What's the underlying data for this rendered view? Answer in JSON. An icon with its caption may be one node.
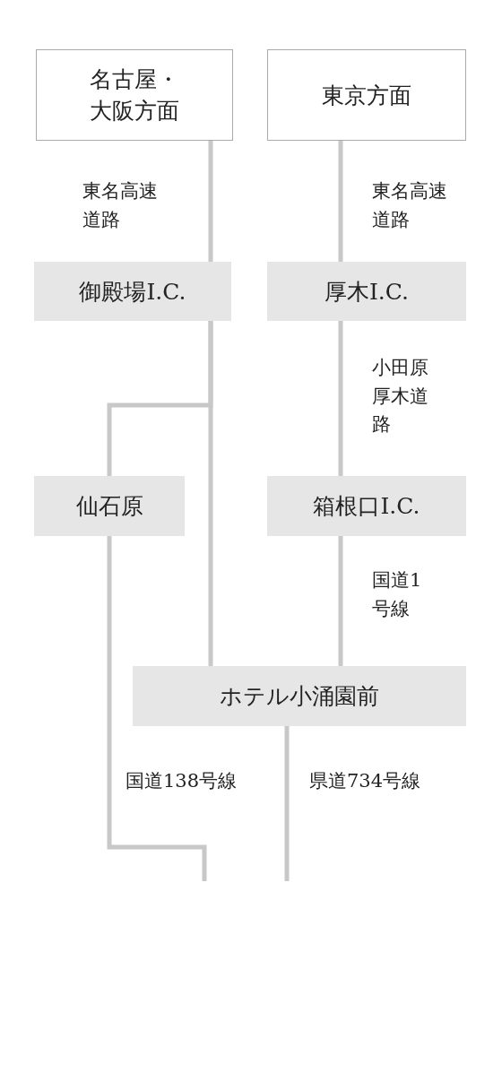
{
  "diagram": {
    "nodes": [
      {
        "text": [
          "名古屋・大阪方面"
        ]
      },
      {
        "text": [
          "東京方面"
        ]
      },
      {
        "text": [
          "御殿場I.C."
        ]
      },
      {
        "text": [
          "厚木I.C."
        ]
      },
      {
        "text": [
          "仙石原"
        ]
      },
      {
        "text": [
          "箱根口I.C."
        ]
      },
      {
        "text": [
          "ホテル小涌園前"
        ]
      }
    ],
    "edges": [
      {
        "from": 0,
        "to": 2,
        "arrow": "none",
        "label": "東名高速道路"
      },
      {
        "from": 2,
        "to": 6,
        "arrow": "none"
      },
      {
        "from": 2,
        "to": 4,
        "arrow": "none"
      },
      {
        "from": 1,
        "to": 3,
        "arrow": "none",
        "label": "東名高速道路"
      },
      {
        "from": 3,
        "to": 5,
        "arrow": "none",
        "label": "小田原厚木道路"
      },
      {
        "from": 5,
        "to": 6,
        "arrow": "none",
        "label": "国道1号線"
      },
      {
        "from": 4,
        "to": null,
        "arrow": "none",
        "label": "国道138号線"
      },
      {
        "from": 6,
        "to": null,
        "arrow": "none",
        "label": "県道734号線"
      }
    ]
  }
}
